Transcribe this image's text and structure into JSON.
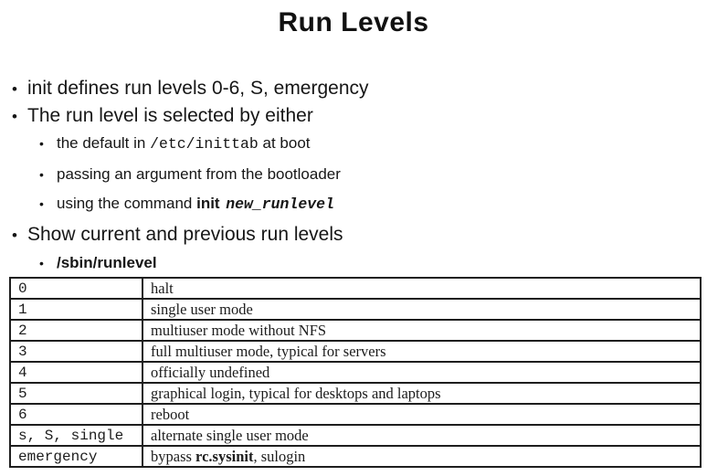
{
  "slide": {
    "title": "Run Levels"
  },
  "colors": {
    "background": "#ffffff",
    "ink": "#161616",
    "table_border": "#1e1e1e"
  },
  "icons": {
    "bullet": "•"
  },
  "bullets": {
    "b1": "init defines run levels 0-6, S, emergency",
    "b2": "The run level is selected by either",
    "b2_sub1_pre": "the default in ",
    "b2_sub1_code": "/etc/inittab",
    "b2_sub1_post": " at boot",
    "b2_sub2": "passing an argument from the bootloader",
    "b2_sub3_pre": "using the command ",
    "b2_sub3_cmd": "init",
    "b2_sub3_arg": "new_runlevel",
    "b3": "Show current and previous run levels",
    "b3_sub1": "/sbin/runlevel"
  },
  "table": {
    "rows": [
      {
        "level": "0",
        "desc": "halt"
      },
      {
        "level": "1",
        "desc": "single user mode"
      },
      {
        "level": "2",
        "desc": "multiuser mode without NFS"
      },
      {
        "level": "3",
        "desc": "full multiuser mode, typical for servers"
      },
      {
        "level": "4",
        "desc": "officially undefined"
      },
      {
        "level": "5",
        "desc": "graphical login, typical for desktops and laptops"
      },
      {
        "level": "6",
        "desc": "reboot"
      },
      {
        "level": "s, S, single",
        "desc": "alternate single user mode"
      },
      {
        "level": "emergency",
        "desc_pre": "bypass ",
        "desc_bold": "rc.sysinit",
        "desc_post": ", sulogin"
      }
    ]
  }
}
